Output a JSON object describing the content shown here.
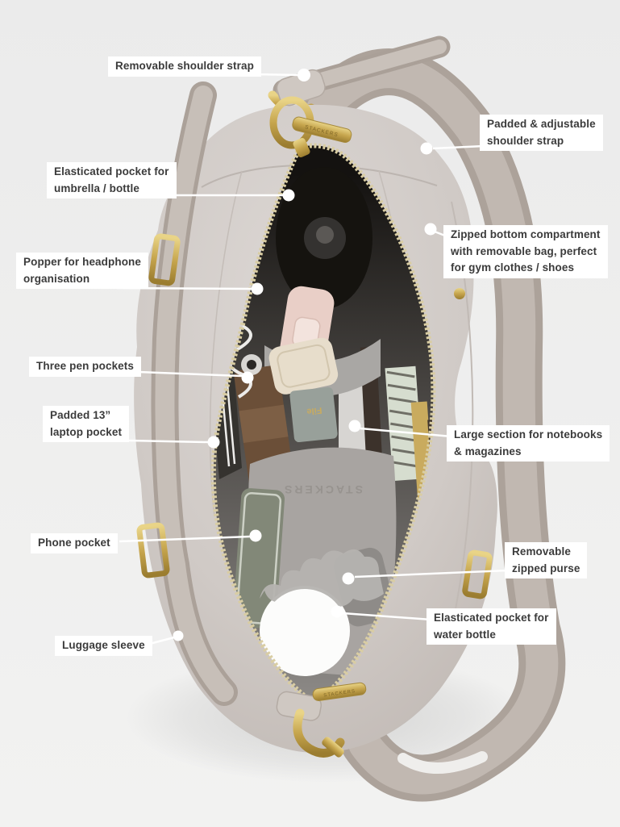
{
  "product": {
    "brand_embossed": "STACKERS"
  },
  "annotations": [
    {
      "id": "removable-shoulder-strap",
      "text": "Removable shoulder strap"
    },
    {
      "id": "padded-adjustable-shoulder-strap",
      "text": "Padded & adjustable\nshoulder strap"
    },
    {
      "id": "elasticated-pocket-umbrella",
      "text": "Elasticated pocket for\numbrella / bottle"
    },
    {
      "id": "zipped-bottom-compartment",
      "text": "Zipped bottom compartment\nwith removable bag, perfect\nfor gym clothes / shoes"
    },
    {
      "id": "popper-headphone-organisation",
      "text": "Popper for headphone\norganisation"
    },
    {
      "id": "three-pen-pockets",
      "text": "Three pen pockets"
    },
    {
      "id": "padded-laptop-pocket",
      "text": "Padded 13”\nlaptop pocket"
    },
    {
      "id": "large-section-notebooks",
      "text": "Large section for notebooks\n& magazines"
    },
    {
      "id": "phone-pocket",
      "text": "Phone pocket"
    },
    {
      "id": "removable-zipped-purse",
      "text": "Removable\nzipped purse"
    },
    {
      "id": "elasticated-pocket-water-bottle",
      "text": "Elasticated pocket for\nwater bottle"
    },
    {
      "id": "luggage-sleeve",
      "text": "Luggage sleeve"
    }
  ],
  "colors": {
    "background": "#ededed",
    "label_background": "#ffffff",
    "label_text": "#3b3b3b",
    "leather": "#cdc6c1",
    "strap": "#b4aaa2",
    "gold_hardware": "#c8a74f",
    "interior": "#221f1d",
    "leader": "#ffffff"
  }
}
